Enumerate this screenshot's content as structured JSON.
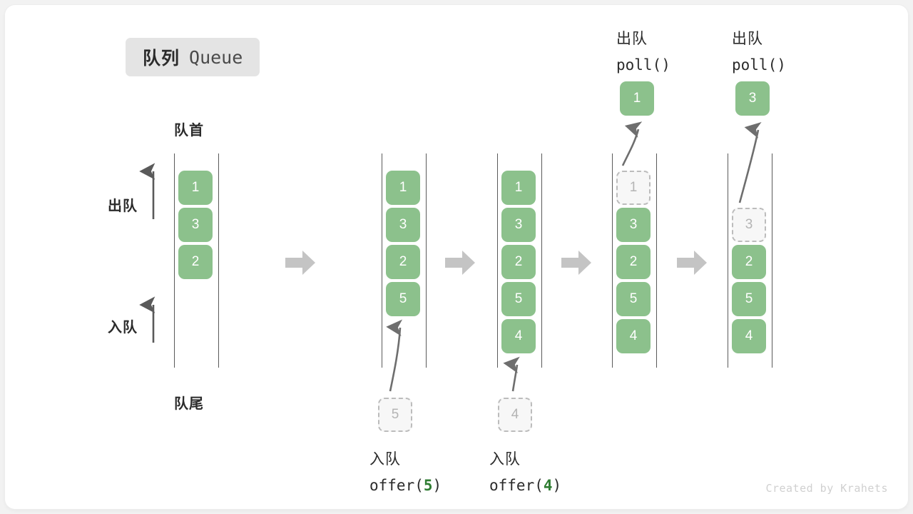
{
  "title": {
    "cn": "队列",
    "en": "Queue"
  },
  "labels": {
    "head": "队首",
    "tail": "队尾",
    "dequeue": "出队",
    "enqueue": "入队"
  },
  "watermark": "Created by Krahets",
  "colors": {
    "element": "#8cc18c",
    "element_text": "#ffffff",
    "ghost_fill": "#f7f7f7",
    "ghost_border": "#bcbcbc",
    "ghost_text": "#b4b4b4",
    "rail": "#5a5a5a",
    "step_arrow": "#c4c4c4",
    "curve_arrow": "#6e6e6e",
    "accent_code": "#2f7d32",
    "badge_bg": "#e4e4e4",
    "text": "#2b2b2b"
  },
  "steps": [
    {
      "id": "initial",
      "caption_top": null,
      "caption_bottom": null,
      "popped": null,
      "incoming": null,
      "cells": [
        {
          "value": "1",
          "state": "filled"
        },
        {
          "value": "3",
          "state": "filled"
        },
        {
          "value": "2",
          "state": "filled"
        }
      ]
    },
    {
      "id": "offer-5",
      "caption_top": null,
      "caption_bottom": {
        "cn": "入队",
        "code_prefix": "offer(",
        "code_arg": "5",
        "code_suffix": ")"
      },
      "popped": null,
      "incoming": {
        "value": "5"
      },
      "cells": [
        {
          "value": "1",
          "state": "filled"
        },
        {
          "value": "3",
          "state": "filled"
        },
        {
          "value": "2",
          "state": "filled"
        },
        {
          "value": "5",
          "state": "filled"
        }
      ]
    },
    {
      "id": "offer-4",
      "caption_top": null,
      "caption_bottom": {
        "cn": "入队",
        "code_prefix": "offer(",
        "code_arg": "4",
        "code_suffix": ")"
      },
      "popped": null,
      "incoming": {
        "value": "4"
      },
      "cells": [
        {
          "value": "1",
          "state": "filled"
        },
        {
          "value": "3",
          "state": "filled"
        },
        {
          "value": "2",
          "state": "filled"
        },
        {
          "value": "5",
          "state": "filled"
        },
        {
          "value": "4",
          "state": "filled"
        }
      ]
    },
    {
      "id": "poll-1",
      "caption_top": {
        "cn": "出队",
        "code": "poll()"
      },
      "caption_bottom": null,
      "popped": {
        "value": "1"
      },
      "incoming": null,
      "cells": [
        {
          "value": "1",
          "state": "ghost"
        },
        {
          "value": "3",
          "state": "filled"
        },
        {
          "value": "2",
          "state": "filled"
        },
        {
          "value": "5",
          "state": "filled"
        },
        {
          "value": "4",
          "state": "filled"
        }
      ]
    },
    {
      "id": "poll-3",
      "caption_top": {
        "cn": "出队",
        "code": "poll()"
      },
      "caption_bottom": null,
      "popped": {
        "value": "3"
      },
      "incoming": null,
      "cells": [
        {
          "value": "3",
          "state": "ghost"
        },
        {
          "value": "2",
          "state": "filled"
        },
        {
          "value": "5",
          "state": "filled"
        },
        {
          "value": "4",
          "state": "filled"
        }
      ]
    }
  ],
  "step_arrows": [
    {
      "name": "step-arrow-1"
    },
    {
      "name": "step-arrow-2"
    },
    {
      "name": "step-arrow-3"
    },
    {
      "name": "step-arrow-4"
    }
  ]
}
